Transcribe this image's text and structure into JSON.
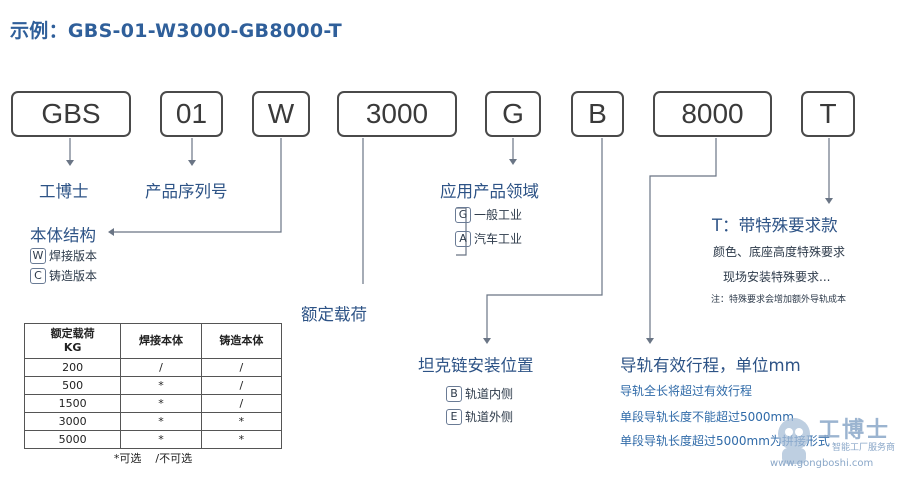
{
  "title": "示例：GBS-01-W3000-GB8000-T",
  "codes": [
    "GBS",
    "01",
    "W",
    "3000",
    "G",
    "B",
    "8000",
    "T"
  ],
  "labels": {
    "brand": "工博士",
    "series": "产品序列号",
    "structure": "本体结构",
    "load": "额定载荷",
    "industry": "应用产品领域",
    "chain": "坦克链安装位置",
    "rail": "导轨有效行程，单位mm",
    "special": "T：带特殊要求款"
  },
  "structure_options": [
    {
      "code": "W",
      "text": "焊接版本"
    },
    {
      "code": "C",
      "text": "铸造版本"
    }
  ],
  "industry_options": [
    {
      "code": "G",
      "text": "一般工业"
    },
    {
      "code": "A",
      "text": "汽车工业"
    }
  ],
  "chain_options": [
    {
      "code": "B",
      "text": "轨道内侧"
    },
    {
      "code": "E",
      "text": "轨道外侧"
    }
  ],
  "special_notes": [
    "颜色、底座高度特殊要求",
    "现场安装特殊要求...",
    "注：特殊要求会增加额外导轨成本"
  ],
  "rail_notes": [
    "导轨全长将超过有效行程",
    "单段导轨长度不能超过5000mm",
    "单段导轨长度超过5000mm为拼接形式"
  ],
  "table": {
    "headers": [
      "额定载荷\nKG",
      "焊接本体",
      "铸造本体"
    ],
    "rows": [
      [
        "200",
        "/",
        "/"
      ],
      [
        "500",
        "*",
        "/"
      ],
      [
        "1500",
        "*",
        "/"
      ],
      [
        "3000",
        "*",
        "*"
      ],
      [
        "5000",
        "*",
        "*"
      ]
    ],
    "footer": "*可选    /不可选"
  },
  "watermark": {
    "name": "工博士",
    "subtitle": "智能工厂服务商",
    "url": "www.gongboshi.com"
  }
}
